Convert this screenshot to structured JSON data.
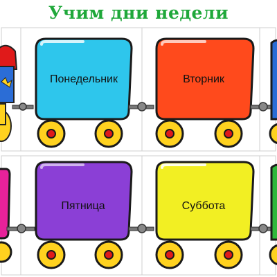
{
  "title": "Учим дни недели",
  "days": {
    "monday": "Понедельник",
    "tuesday": "Вторник",
    "friday": "Пятница",
    "saturday": "Суббота"
  },
  "colors": {
    "title": "#1fa83a",
    "monday": "#2ec6ec",
    "tuesday": "#ff4a1c",
    "friday": "#8b3fd6",
    "saturday": "#f2ef23",
    "wheel": "#ffd21f",
    "wheel_hub": "#e01a1a",
    "edge_right": "#2b6dd6",
    "edge_left_bottom": "#e8229a",
    "edge_right_bottom": "#31b73b",
    "locomotive_body": "#ffd21f",
    "locomotive_roof": "#e01a1a",
    "locomotive_cab": "#2b6dd6"
  }
}
